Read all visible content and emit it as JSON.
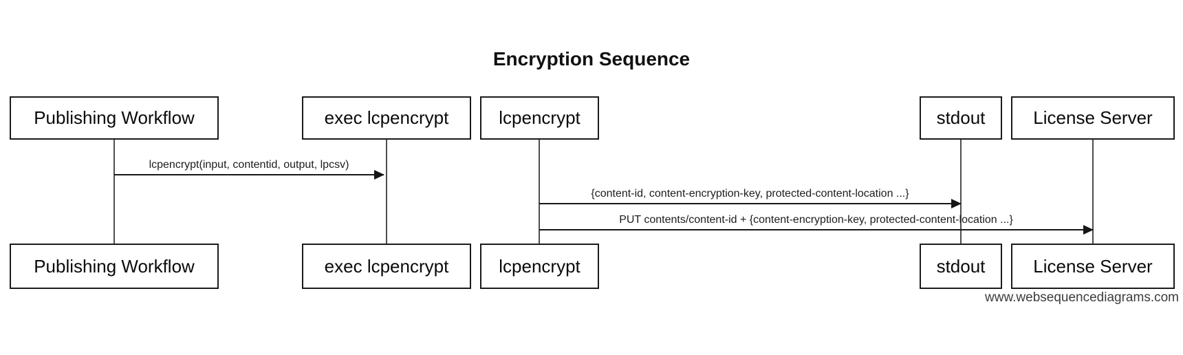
{
  "title": "Encryption Sequence",
  "watermark": "www.websequencediagrams.com",
  "actors": [
    {
      "name": "publishing-workflow",
      "label": "Publishing Workflow"
    },
    {
      "name": "exec-lcpencrypt",
      "label": "exec lcpencrypt"
    },
    {
      "name": "lcpencrypt",
      "label": "lcpencrypt"
    },
    {
      "name": "stdout",
      "label": "stdout"
    },
    {
      "name": "license-server",
      "label": "License Server"
    }
  ],
  "messages": [
    {
      "from": "Publishing Workflow",
      "to": "exec lcpencrypt",
      "label": "lcpencrypt(input, contentid, output, lpcsv)"
    },
    {
      "from": "lcpencrypt",
      "to": "stdout",
      "label": "{content-id, content-encryption-key, protected-content-location ...}"
    },
    {
      "from": "lcpencrypt",
      "to": "License Server",
      "label": "PUT contents/content-id + {content-encryption-key, protected-content-location ...}"
    }
  ],
  "colors": {
    "background": "#ffffff",
    "stroke": "#1a1a1a",
    "lifeline": "#4d4d4d",
    "text": "#000000",
    "watermark": "#3c3c3c"
  }
}
